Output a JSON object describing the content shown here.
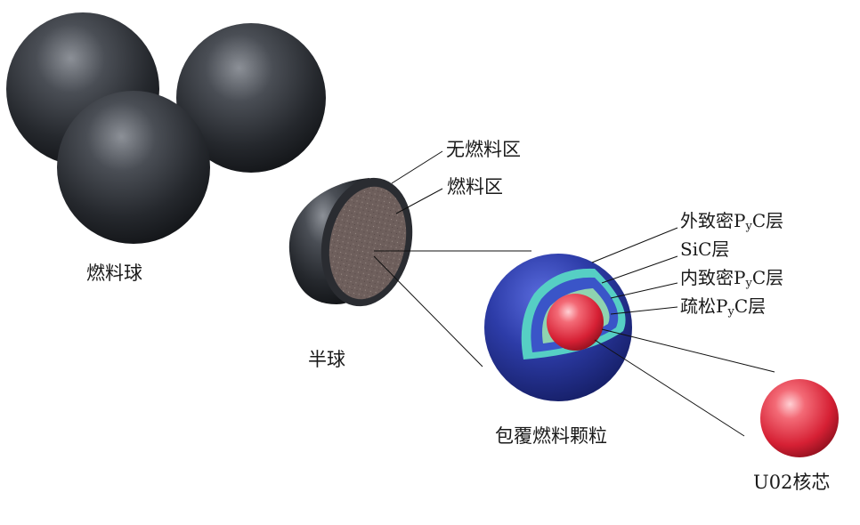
{
  "labels": {
    "fuel_ball": "燃料球",
    "hemisphere": "半球",
    "coated_particle": "包覆燃料颗粒",
    "no_fuel_zone": "无燃料区",
    "fuel_zone": "燃料区",
    "outer_dense_pyc_prefix": "外致密P",
    "inner_dense_pyc_prefix": "内致密P",
    "buffer_pyc_prefix": "疏松P",
    "pyc_sub": "y",
    "pyc_suffix": "C层",
    "sic_layer": "SiC层",
    "uo2_kernel": "U02核芯"
  },
  "colors": {
    "graphite_sphere": "#2b2e34",
    "fuel_matrix": "#6b5a58",
    "outer_pyc": "#2a3a9a",
    "sic": "#5ad0c8",
    "inner_pyc": "#3a55c8",
    "buffer_pyc": "#8fd3b0",
    "kernel": "#e8384a"
  }
}
